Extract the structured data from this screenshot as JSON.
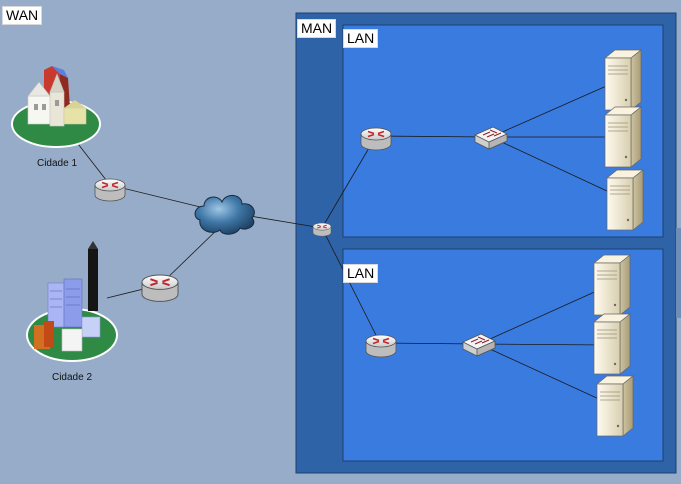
{
  "wan": {
    "label": "WAN"
  },
  "man": {
    "label": "MAN"
  },
  "lans": [
    {
      "label": "LAN",
      "servers": 3
    },
    {
      "label": "LAN",
      "servers": 3
    }
  ],
  "cities": [
    {
      "label": "Cidade 1"
    },
    {
      "label": "Cidade 2"
    }
  ],
  "colors": {
    "wan_background": "#96acc8",
    "man_background": "#2f63a8",
    "lan_background": "#3a7be0",
    "router": "#ffffff",
    "router_arrows": "#c0272d",
    "cloud": "#2e5d86",
    "server": "#f3ebcf",
    "city_base": "#2f8a46"
  },
  "icons": [
    "router-icon",
    "switch-icon",
    "server-icon",
    "cloud-icon",
    "city-icon"
  ]
}
